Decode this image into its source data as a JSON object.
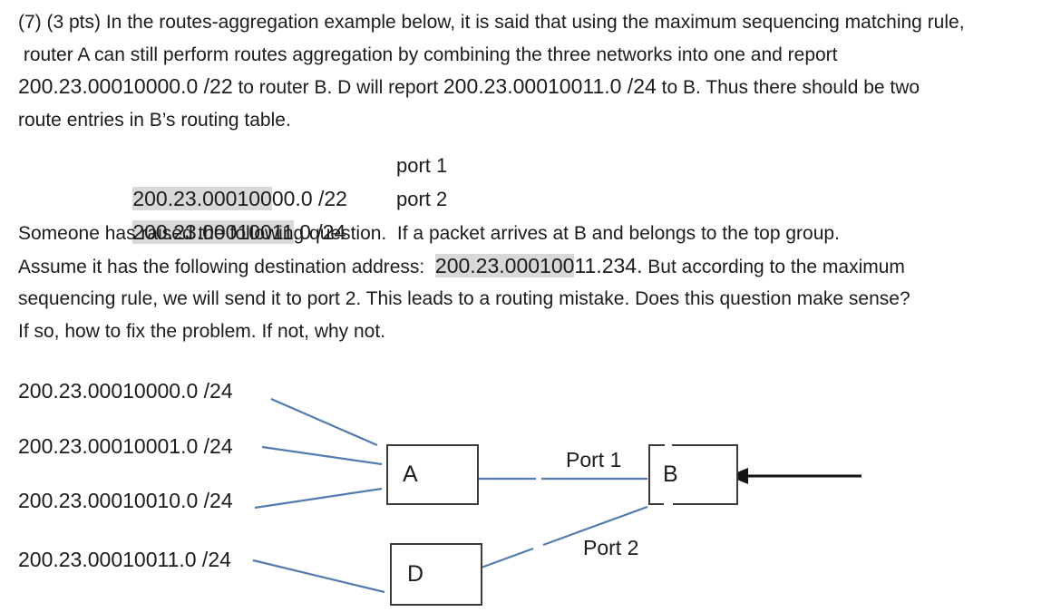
{
  "colors": {
    "text": "#1c1c1c",
    "hl": "#d8d8d8",
    "blue": "#527cb0",
    "border": "#3b3b3b",
    "arrow": "#151515"
  },
  "p1": {
    "lines": [
      [
        {
          "t": "(7) (3 pts) In the routes-aggregation example below, it is said that using the maximum sequencing matching rule,"
        }
      ],
      [
        {
          "t": " router A can still perform routes aggregation by combining the three networks into one and report"
        }
      ],
      [
        {
          "t": "200.23.00010000.0 /22"
        },
        {
          "t": " to router B. D will report "
        },
        {
          "t": "200.23.00010011.0 /24"
        },
        {
          "t": " to B. Thus there should be two"
        }
      ],
      [
        {
          "t": "route entries in B’s routing table."
        }
      ]
    ]
  },
  "routing_table": {
    "rows": [
      {
        "hl": "200.23.000100",
        "rest": "00.0 /22",
        "port": "port 1"
      },
      {
        "hl": "200.23.00010011",
        "rest": ".0 /24",
        "port": "port 2"
      }
    ]
  },
  "p2": {
    "lines": [
      [
        {
          "t": "Someone has raised the following question.  If a packet arrives at B and belongs to the top group."
        }
      ],
      [
        {
          "t": "Assume it has the following destination address:  "
        },
        {
          "t": "200.23.000100"
        },
        {
          "t": "11.234."
        },
        {
          "t": " But according to the maximum"
        }
      ],
      [
        {
          "t": "sequencing rule, we will send it to port 2. This leads to a routing mistake. Does this question make sense?"
        }
      ],
      [
        {
          "t": "If so, how to fix the problem. If not, why not."
        }
      ]
    ]
  },
  "diagram": {
    "network_labels": [
      "200.23.00010000.0 /24",
      "200.23.00010001.0 /24",
      "200.23.00010010.0 /24",
      "200.23.00010011.0 /24"
    ],
    "routers": {
      "a": "A",
      "d": "D",
      "b": "B"
    },
    "port1": "Port 1",
    "port2": "Port 2"
  }
}
